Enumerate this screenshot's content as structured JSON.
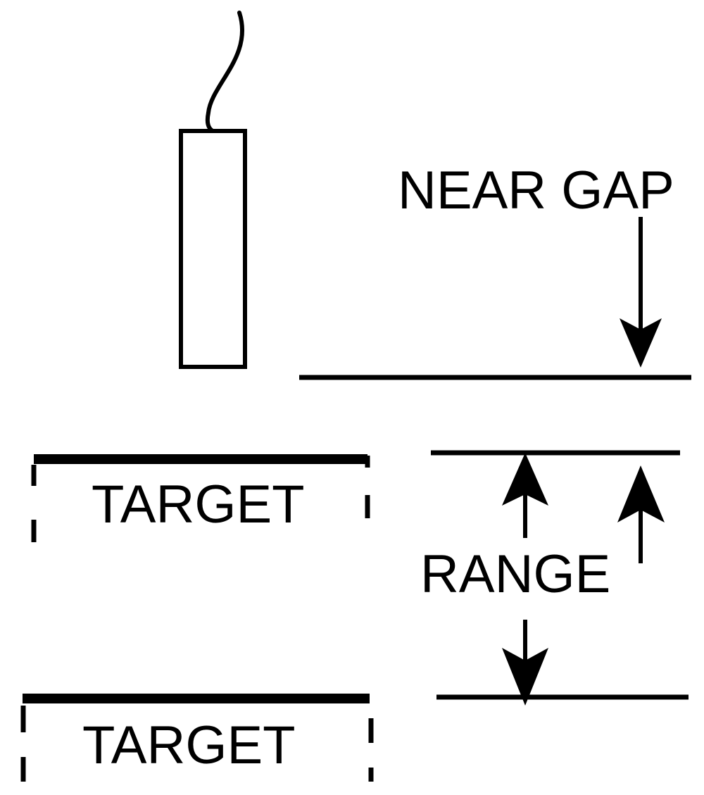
{
  "labels": {
    "near_gap": "NEAR GAP",
    "range": "RANGE",
    "target_top": "TARGET",
    "target_bottom": "TARGET"
  },
  "colors": {
    "ink": "#000000",
    "background": "#ffffff"
  }
}
